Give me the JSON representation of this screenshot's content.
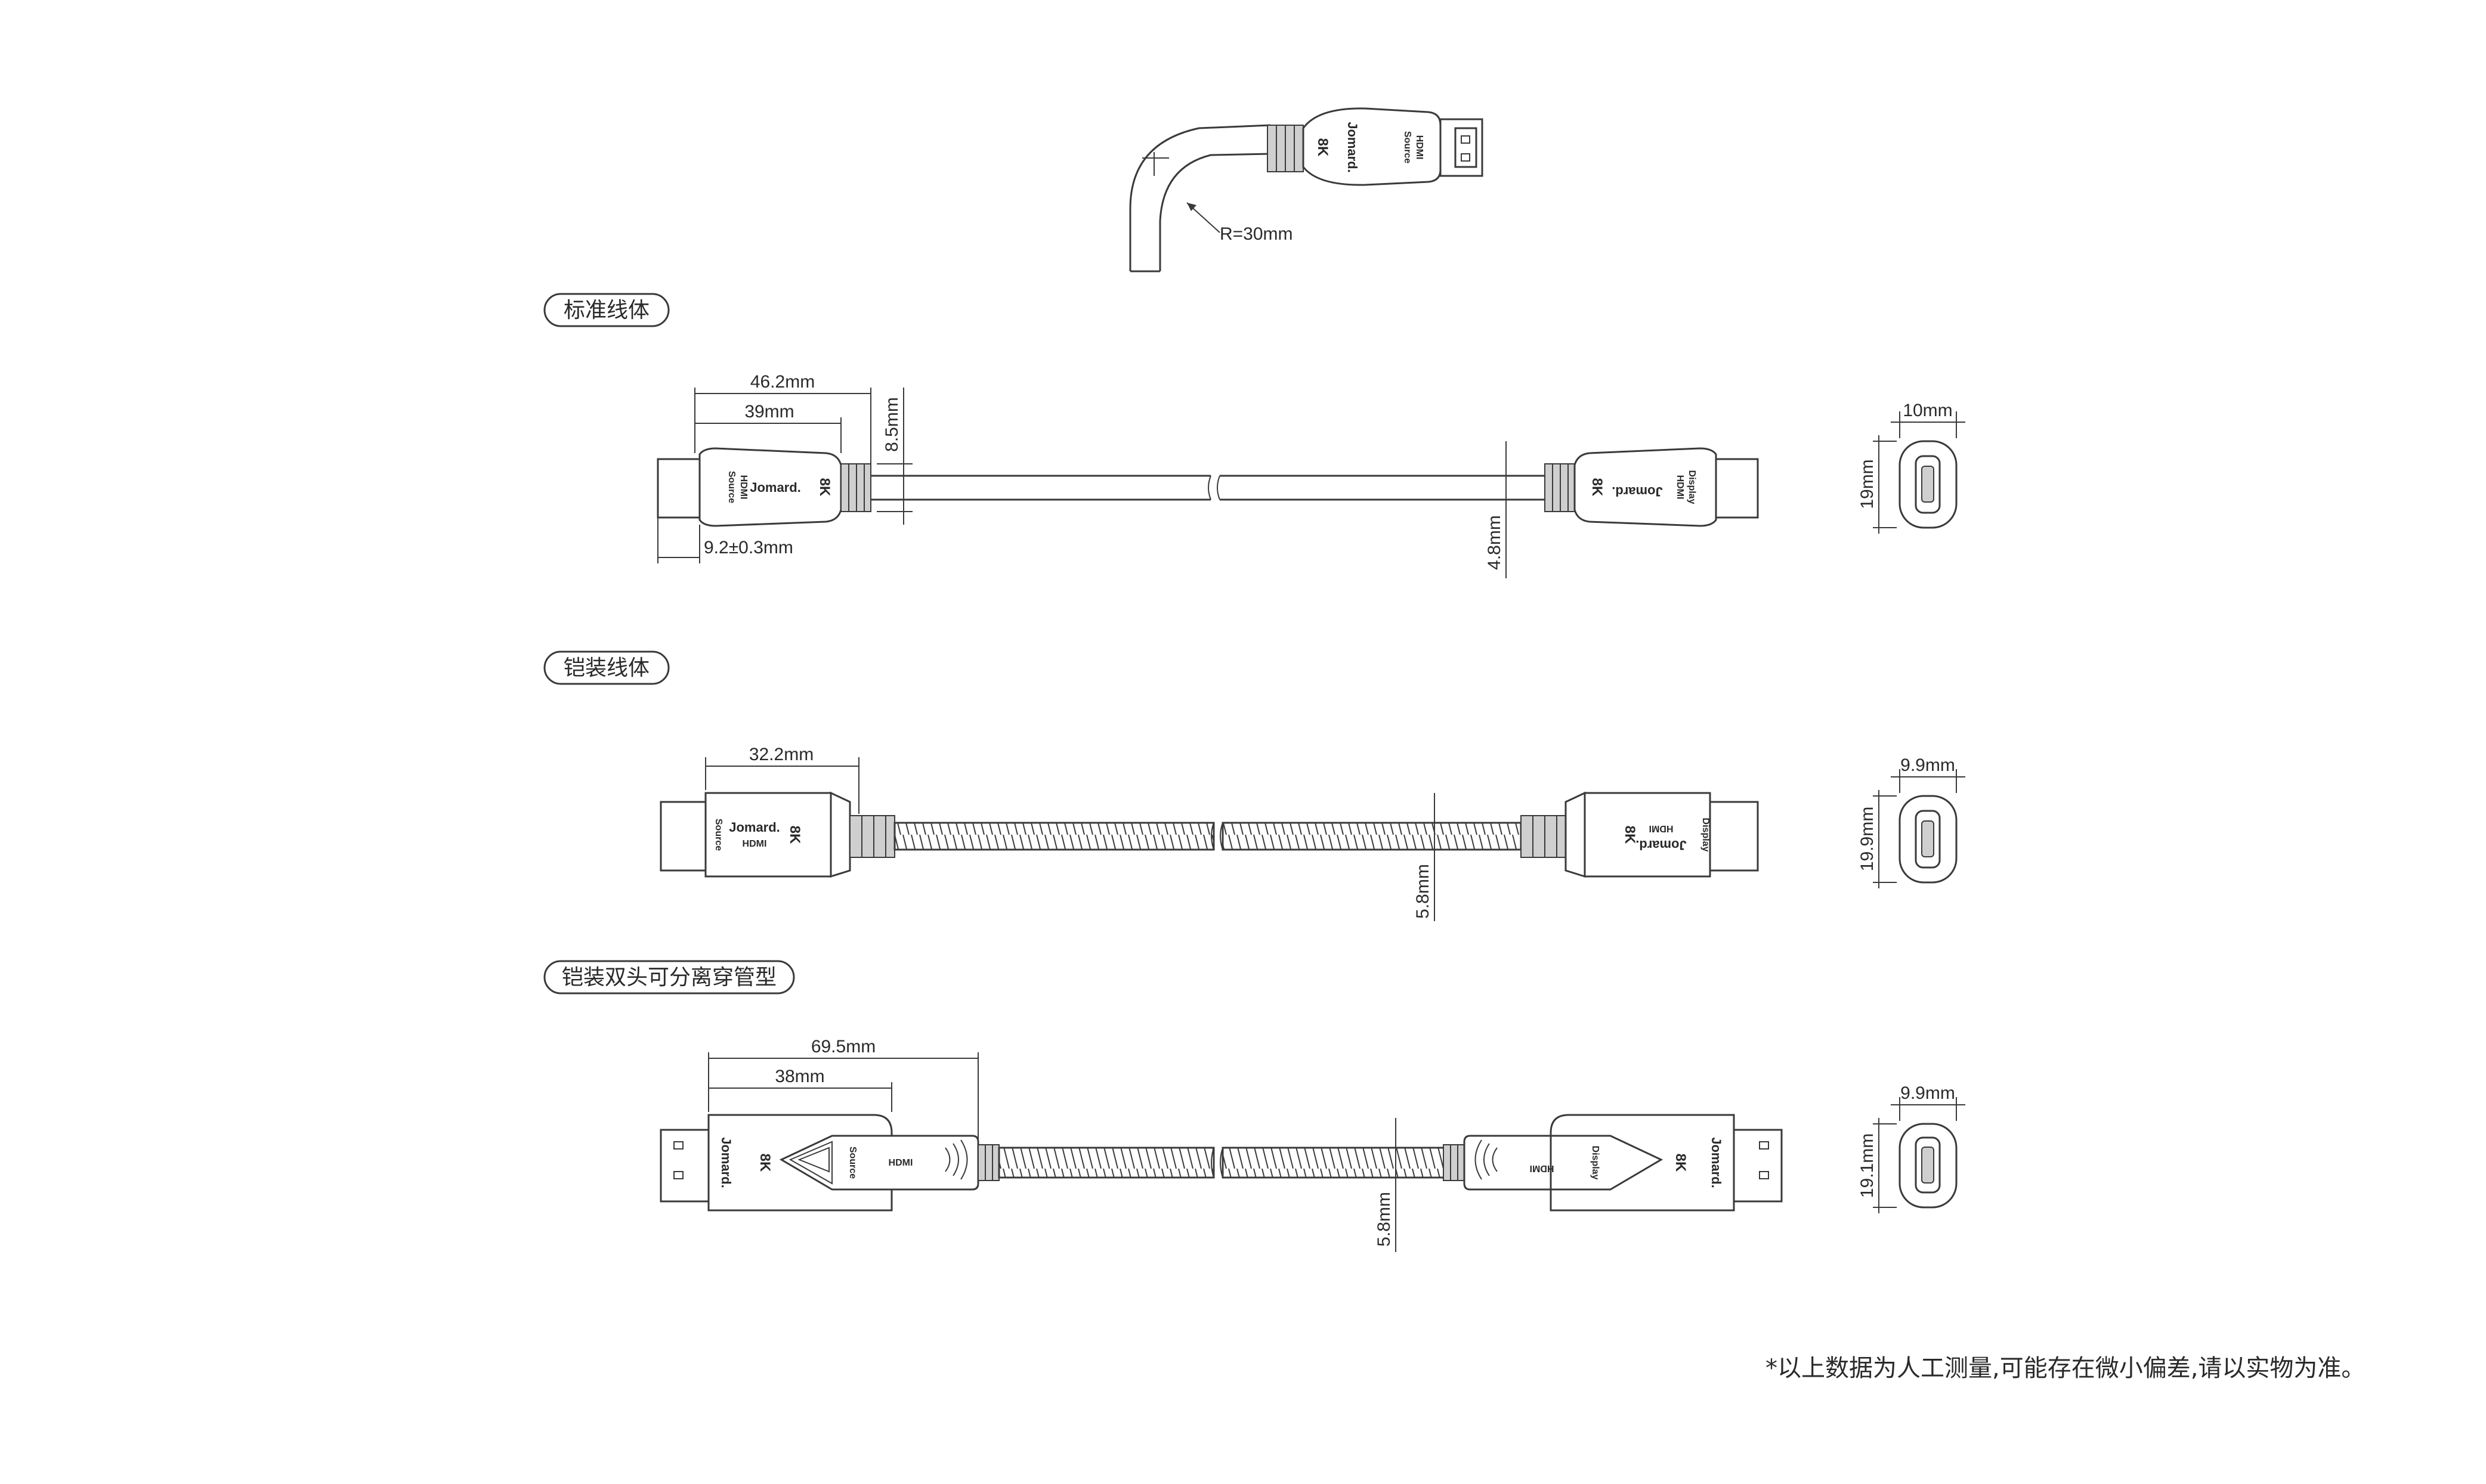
{
  "top": {
    "bend_radius": "R=30mm",
    "brand": "Jomard.",
    "label_8k": "8K",
    "source": "Source",
    "hdmi": "HDMI"
  },
  "sections": [
    {
      "title": "标准线体",
      "dims": {
        "len_total": "46.2mm",
        "len_body": "39mm",
        "height_neck": "8.5mm",
        "plug_width": "9.2±0.3mm",
        "cable_dia": "4.8mm",
        "end_width": "10mm",
        "end_height": "19mm"
      },
      "left_plug": {
        "brand": "Jomard.",
        "k8": "8K",
        "source": "Source",
        "hdmi": "HDMI"
      },
      "right_plug": {
        "brand": "Jomard.",
        "k8": "8K",
        "display": "Display",
        "hdmi": "HDMI"
      }
    },
    {
      "title": "铠装线体",
      "dims": {
        "len_body": "32.2mm",
        "cable_dia": "5.8mm",
        "end_width": "9.9mm",
        "end_height": "19.9mm"
      },
      "left_plug": {
        "brand": "Jomard.",
        "k8": "8K",
        "source": "Source",
        "hdmi": "HDMI"
      },
      "right_plug": {
        "brand": "Jomard.",
        "k8": "8K",
        "display": "Display",
        "hdmi": "HDMI"
      }
    },
    {
      "title": "铠装双头可分离穿管型",
      "dims": {
        "len_total": "69.5mm",
        "len_body": "38mm",
        "cable_dia": "5.8mm",
        "end_width": "9.9mm",
        "end_height": "19.1mm"
      },
      "left_plug": {
        "brand": "Jomard.",
        "k8": "8K",
        "source": "Source",
        "hdmi": "HDMI"
      },
      "right_plug": {
        "brand": "Jomard.",
        "k8": "8K",
        "display": "Display",
        "hdmi": "HDMI"
      }
    }
  ],
  "footnote": "*以上数据为人工测量,可能存在微小偏差,请以实物为准。"
}
